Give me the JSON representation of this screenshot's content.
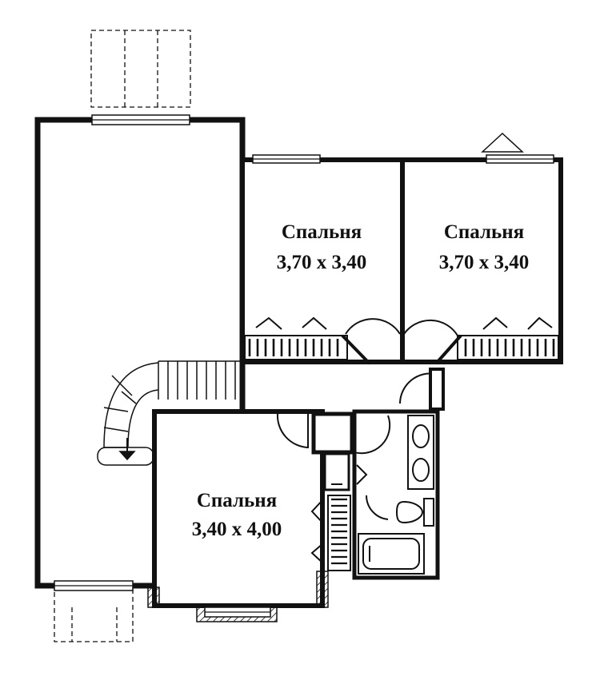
{
  "rooms": [
    {
      "id": "bedroom-1",
      "name": "Спальня",
      "size": "3,70 x 3,40"
    },
    {
      "id": "bedroom-2",
      "name": "Спальня",
      "size": "3,70 x 3,40"
    },
    {
      "id": "bedroom-3",
      "name": "Спальня",
      "size": "3,40 x 4,00"
    }
  ],
  "colors": {
    "ink": "#111111",
    "paper": "#ffffff"
  }
}
